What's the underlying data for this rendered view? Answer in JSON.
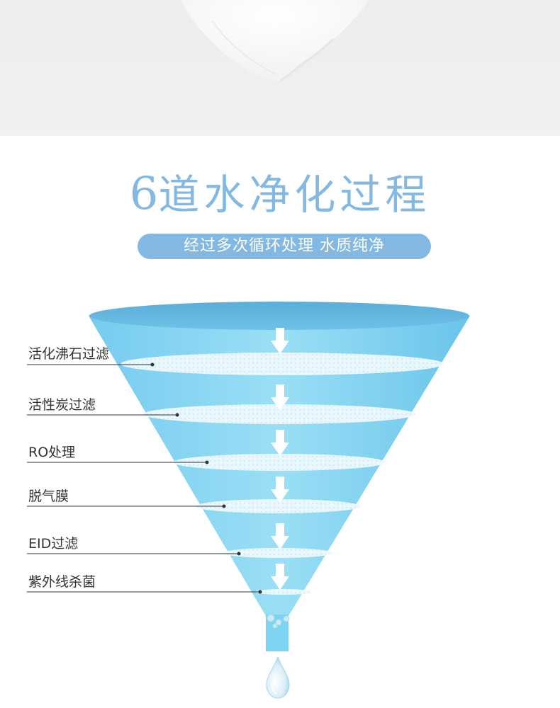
{
  "heading": {
    "number": "6",
    "text": "道水净化过程"
  },
  "subtitle": "经过多次循环处理 水质纯净",
  "steps": [
    {
      "label": "活化沸石过滤"
    },
    {
      "label": "活性炭过滤"
    },
    {
      "label": "RO处理"
    },
    {
      "label": "脱气膜"
    },
    {
      "label": "EID过滤"
    },
    {
      "label": "紫外线杀菌"
    }
  ],
  "colors": {
    "accent": "#83b8e2",
    "funnel_light": "#8fd8f0",
    "funnel_dark": "#6ac4ea",
    "funnel_rim": "#5fb3dc"
  },
  "icons": [
    "down-arrow-icon",
    "water-drop-icon",
    "bubbles-icon"
  ]
}
